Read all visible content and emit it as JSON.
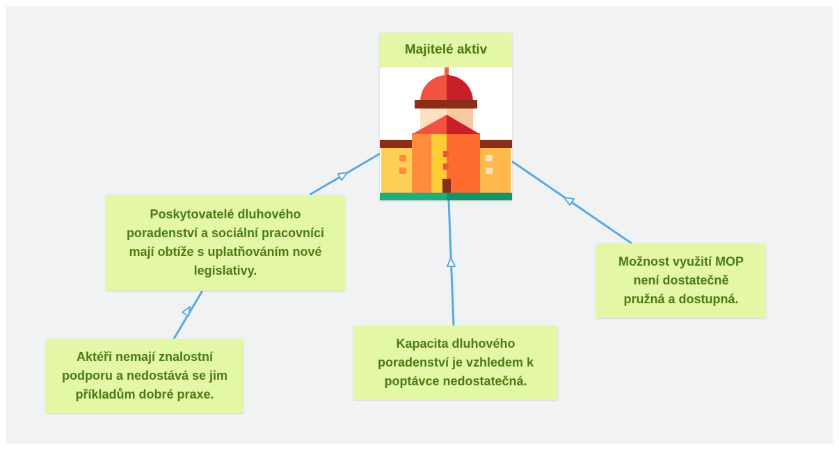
{
  "root": {
    "title": "Majitelé aktiv",
    "image_icon": "government-building-icon"
  },
  "nodes": {
    "poskytovatele": {
      "text": "Poskytovatelé dluhového poradenství a sociální pracovníci mají obtíže s uplatňováním nové legislativy."
    },
    "akteri": {
      "text": "Aktéři nemají znalostní podporu a nedostává se jim příkladům dobré praxe."
    },
    "kapacita": {
      "text": "Kapacita dluhového poradenství je vzhledem k poptávce nedostatečná."
    },
    "moznost": {
      "text": "Možnost využití MOP není dostatečně pružná a dostupná."
    }
  },
  "colors": {
    "background": "#f1f2f4",
    "node_fill": "#e3f7a7",
    "node_text": "#4b7a12",
    "connector": "#5aa9e0"
  }
}
